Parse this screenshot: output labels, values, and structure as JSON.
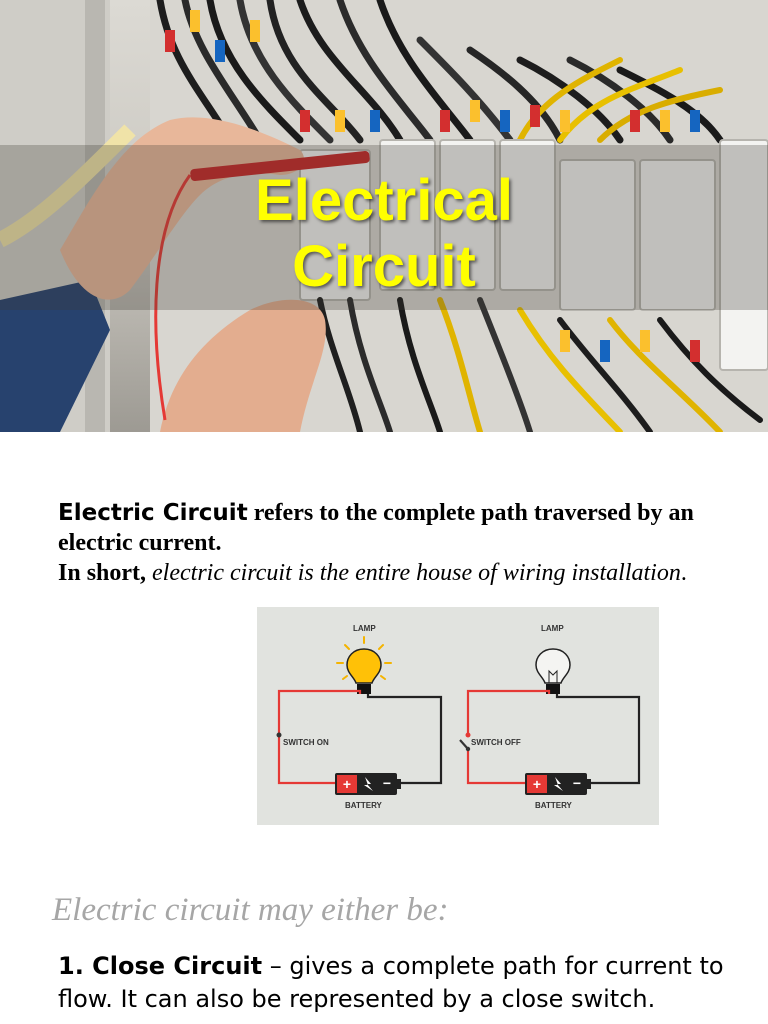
{
  "hero": {
    "title_line1": "Electrical",
    "title_line2": "Circuit",
    "title_color": "#ffff00"
  },
  "definition": {
    "term": "Electric Circuit",
    "rest": " refers to the complete path traversed by an electric current.",
    "short_prefix": "In short, ",
    "short_italic": "electric circuit is the entire house of wiring installation",
    "short_end": "."
  },
  "diagram": {
    "left": {
      "lamp_label": "LAMP",
      "switch_label": "SWITCH ON",
      "battery_label": "BATTERY"
    },
    "right": {
      "lamp_label": "LAMP",
      "switch_label": "SWITCH OFF",
      "battery_label": "BATTERY"
    },
    "colors": {
      "positive_wire": "#e53935",
      "negative_wire": "#222222",
      "bulb_on": "#ffc107",
      "background": "#e1e3df"
    }
  },
  "may_be": "Electric circuit may either be:",
  "item1": {
    "label": "1. Close Circuit",
    "text": " – gives a complete path for current to flow. It can also be represented by a close switch."
  }
}
